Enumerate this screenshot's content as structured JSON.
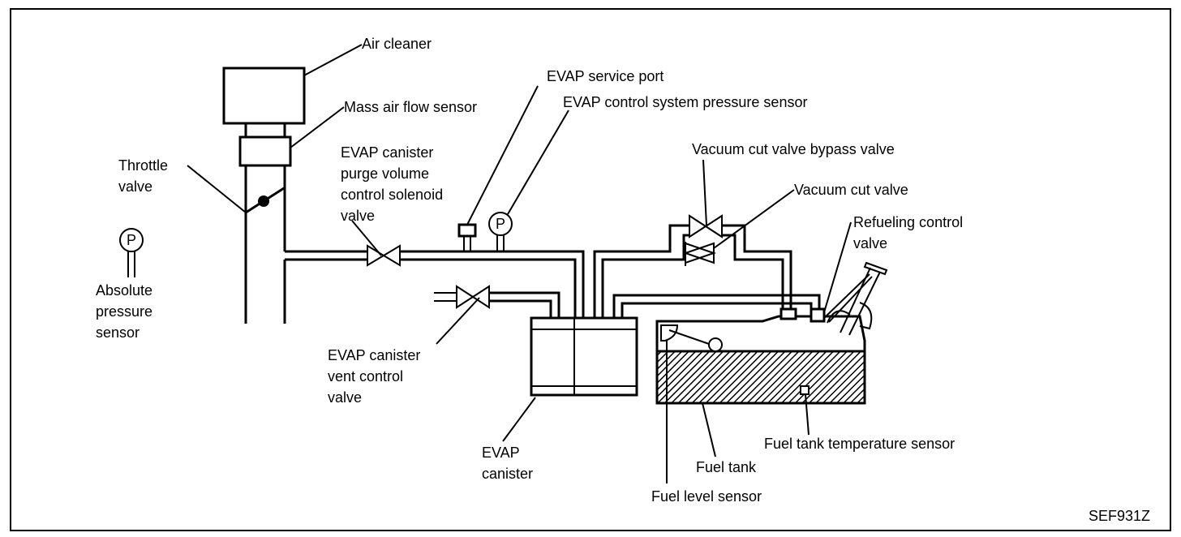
{
  "diagram": {
    "title_code": "SEF931Z",
    "labels": {
      "air_cleaner": "Air cleaner",
      "mass_air_flow_sensor": "Mass air flow sensor",
      "throttle_valve": [
        "Throttle",
        "valve"
      ],
      "absolute_pressure_sensor": [
        "Absolute",
        "pressure",
        "sensor"
      ],
      "purge_valve": [
        "EVAP canister",
        "purge volume",
        "control solenoid",
        "valve"
      ],
      "service_port": "EVAP service port",
      "pressure_sensor": "EVAP control system pressure sensor",
      "bypass_valve": "Vacuum cut valve bypass valve",
      "vacuum_cut_valve": "Vacuum cut valve",
      "refueling_valve": [
        "Refueling control",
        "valve"
      ],
      "vent_valve": [
        "EVAP canister",
        "vent control",
        "valve"
      ],
      "canister": [
        "EVAP",
        "canister"
      ],
      "fuel_tank": "Fuel tank",
      "fuel_level_sensor": "Fuel level sensor",
      "fuel_temp_sensor": "Fuel tank temperature sensor"
    },
    "pressure_symbol": "P"
  }
}
